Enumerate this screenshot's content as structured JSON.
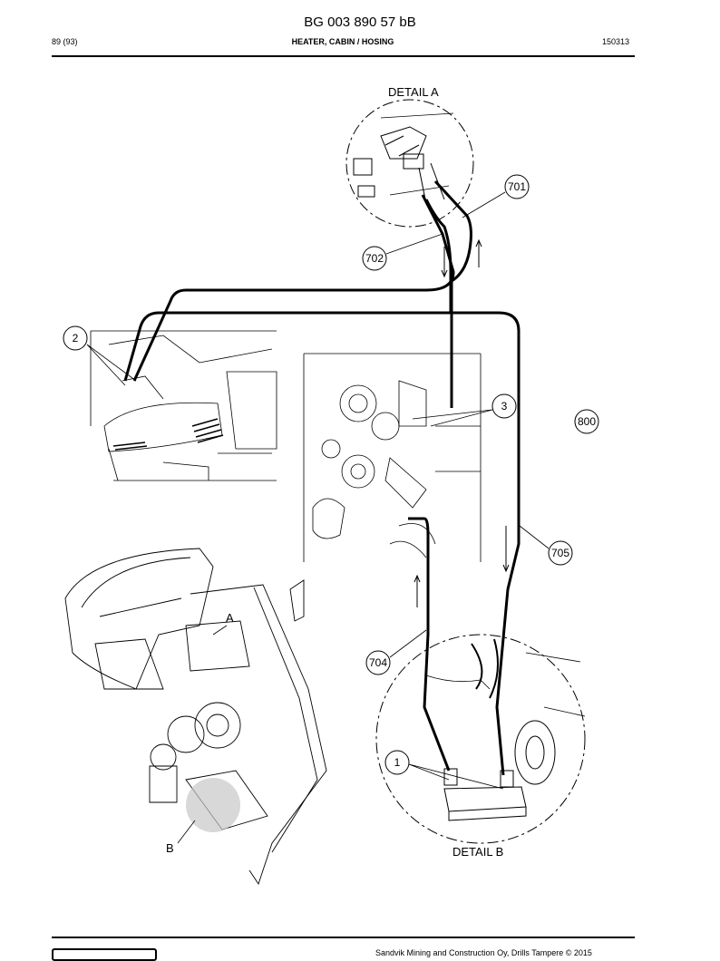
{
  "header": {
    "doc_number": "BG 003 890 57 bB",
    "page": "89 (93)",
    "title": "HEATER, CABIN / HOSING",
    "date": "150313"
  },
  "drawing": {
    "detail_a_label": "DETAIL A",
    "detail_b_label": "DETAIL B",
    "view_a_label": "A",
    "view_b_label": "B",
    "callouts": [
      "701",
      "702",
      "2",
      "3",
      "800",
      "705",
      "704",
      "1"
    ]
  },
  "footer": {
    "copyright": "Sandvik Mining and Construction Oy, Drills Tampere © 2015"
  }
}
